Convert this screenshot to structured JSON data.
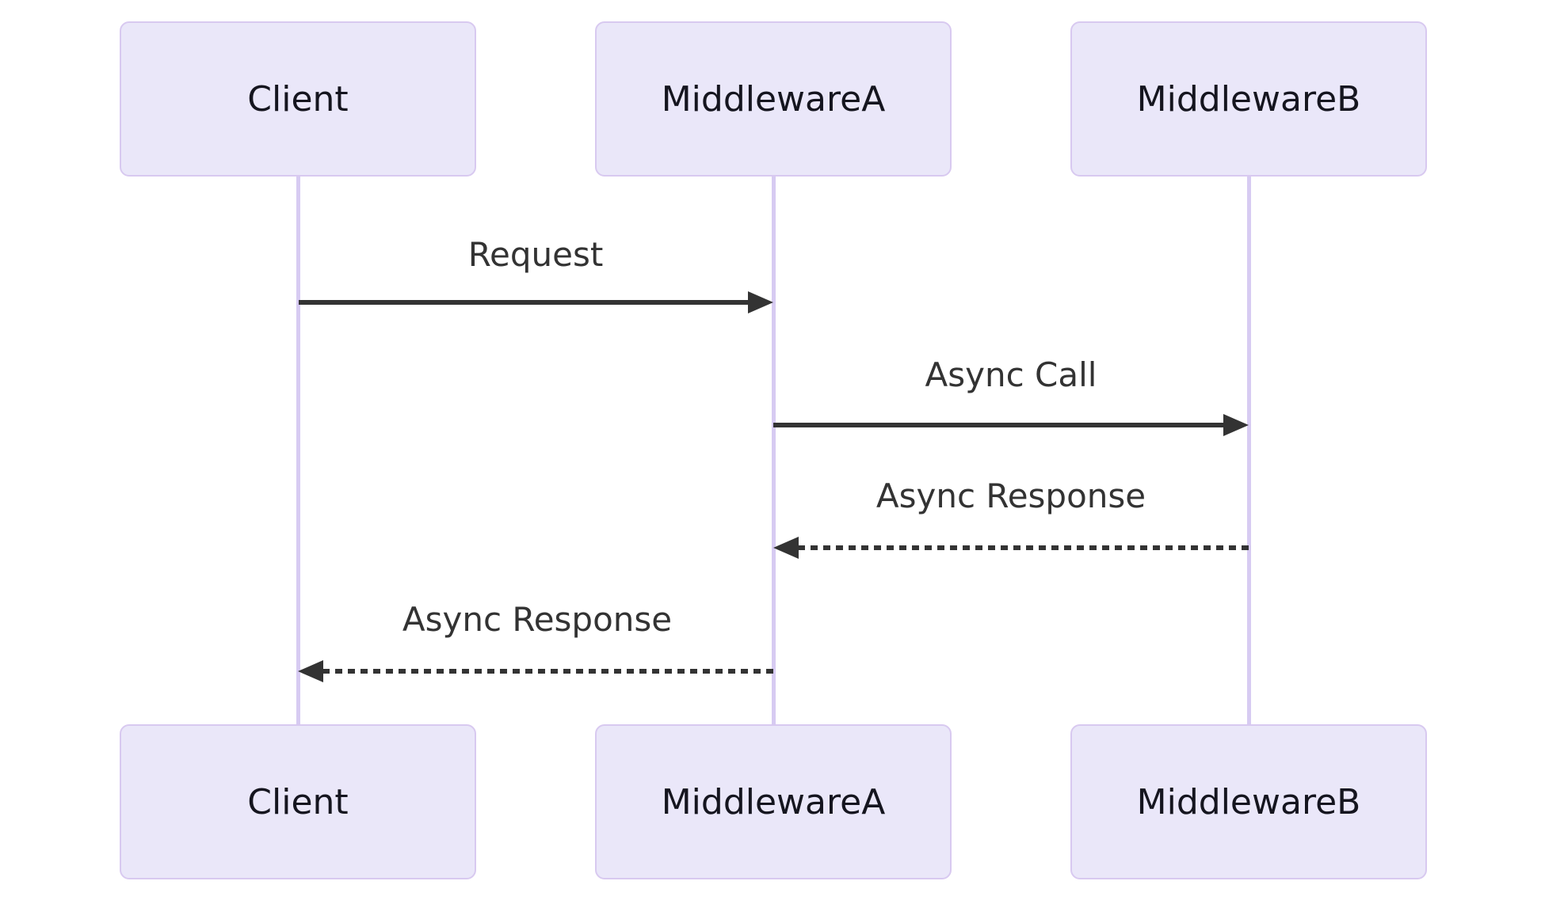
{
  "diagram": {
    "type": "sequence-diagram",
    "participants": [
      {
        "label": "Client"
      },
      {
        "label": "MiddlewareA"
      },
      {
        "label": "MiddlewareB"
      }
    ],
    "messages": [
      {
        "from": "Client",
        "to": "MiddlewareA",
        "label": "Request",
        "line": "solid",
        "direction": "right"
      },
      {
        "from": "MiddlewareA",
        "to": "MiddlewareB",
        "label": "Async Call",
        "line": "solid",
        "direction": "right"
      },
      {
        "from": "MiddlewareB",
        "to": "MiddlewareA",
        "label": "Async Response",
        "line": "dashed",
        "direction": "left"
      },
      {
        "from": "MiddlewareA",
        "to": "Client",
        "label": "Async Response",
        "line": "dashed",
        "direction": "left"
      }
    ],
    "colors": {
      "background": "#ffffff",
      "actor_fill": "#EAE7F9",
      "actor_border": "#D8C9F0",
      "lifeline": "#D7CBF2",
      "arrow": "#333333",
      "actor_text": "#15151f",
      "message_text": "#333333"
    }
  }
}
